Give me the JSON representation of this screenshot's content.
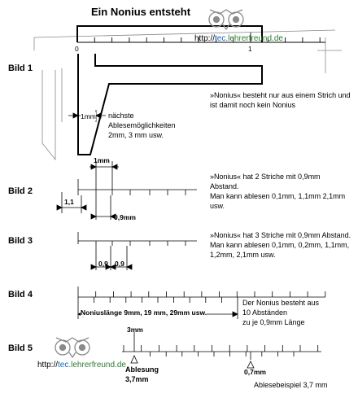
{
  "title": "Ein Nonius entsteht",
  "watermark": {
    "prefix": "http://",
    "host_highlight": "tec",
    "host_rest": ".lehrerfreund.de"
  },
  "bild1": {
    "label": "Bild 1",
    "scale_zero": "0",
    "scale_one": "1",
    "dim_1mm": "1mm",
    "next_possibilities": "nächste\nAblesemöglichkeiten\n2mm, 3 mm usw.",
    "note": "»Nonius« besteht nur aus einem Strich und ist damit noch kein Nonius"
  },
  "bild2": {
    "label": "Bild 2",
    "dim_1mm": "1mm",
    "dim_1_1": "1,1",
    "dim_0_9": "0,9mm",
    "note": "»Nonius« hat 2 Striche mit 0,9mm Abstand.\nMan kann ablesen 0,1mm, 1,1mm 2,1mm usw."
  },
  "bild3": {
    "label": "Bild 3",
    "dim_a": "0,9",
    "dim_b": "0,9",
    "note": "»Nonius« hat 3 Striche mit 0,9mm Abstand.\nMan kann ablesen 0,1mm, 0,2mm, 1,1mm, 1,2mm, 2,1mm usw."
  },
  "bild4": {
    "label": "Bild 4",
    "length_label": "Noniuslänge 9mm, 19 mm, 29mm usw.",
    "note": "Der Nonius besteht aus\n10 Abständen\nzu je 0,9mm Länge"
  },
  "bild5": {
    "label": "Bild 5",
    "mark_3mm": "3mm",
    "ablesung": "Ablesung\n3,7mm",
    "mark_07": "0,7mm",
    "example": "Ablesebeispiel 3,7 mm"
  },
  "colors": {
    "watermark_blue": "#1565c0",
    "watermark_green": "#2e7d32",
    "owl": "#8a8a8a"
  }
}
